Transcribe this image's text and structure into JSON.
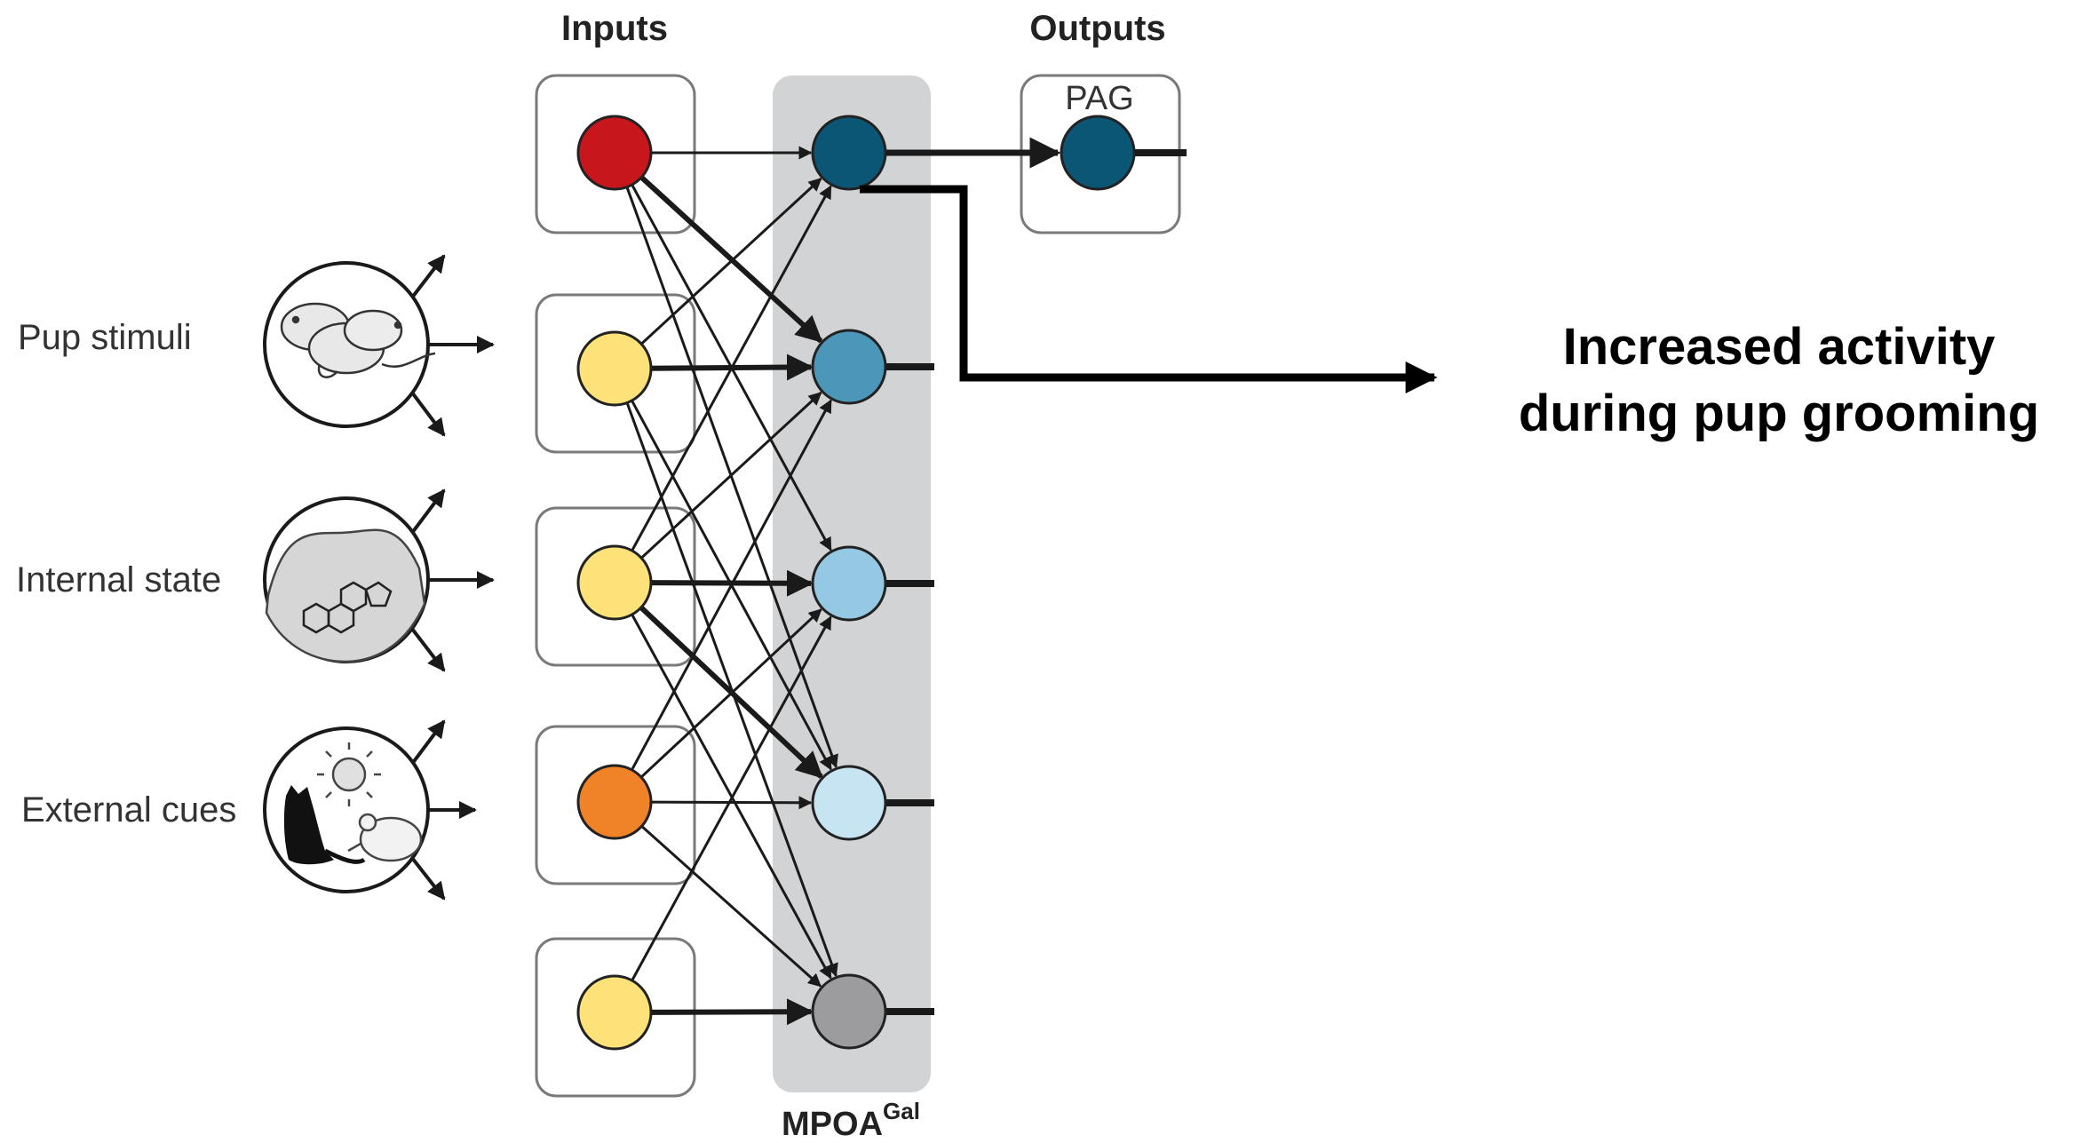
{
  "headers": {
    "inputs": "Inputs",
    "outputs": "Outputs"
  },
  "side_labels": {
    "pup_stimuli": "Pup stimuli",
    "internal_state": "Internal state",
    "external_cues": "External cues"
  },
  "output_box": {
    "label": "PAG"
  },
  "region_label": {
    "main": "MPOA",
    "superscript": "Gal"
  },
  "annotation": {
    "line1": "Increased activity",
    "line2": "during pup grooming"
  },
  "colors": {
    "input_red": "#c8161d",
    "input_yellow": "#fde27a",
    "input_orange": "#f08228",
    "mpoa_1": "#0b5575",
    "mpoa_2": "#4b97b9",
    "mpoa_3": "#94c8e3",
    "mpoa_4": "#c7e4f3",
    "mpoa_5": "#9c9c9e",
    "pag_neuron": "#0b5575",
    "mpoa_band": "#d2d3d5",
    "box_stroke": "#7a7a7a",
    "line": "#1a1a1a"
  },
  "icons": {
    "pup_stimuli": "pup-mice-icon",
    "internal_state": "hormone-molecule-icon",
    "external_cues": "cat-sun-mouse-icon"
  }
}
